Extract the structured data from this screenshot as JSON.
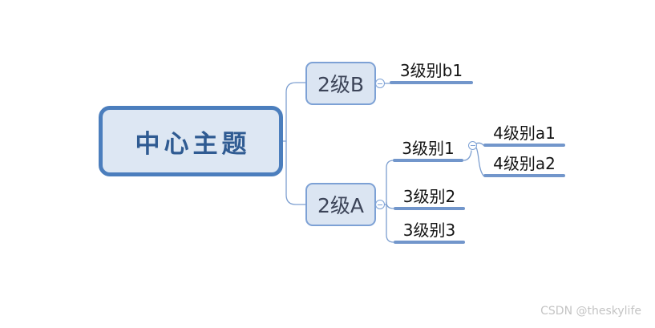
{
  "mindmap": {
    "root": {
      "label": "中心主题"
    },
    "level2": [
      {
        "label": "2级B"
      },
      {
        "label": "2级A"
      }
    ],
    "level3": [
      {
        "label": "3级别b1"
      },
      {
        "label": "3级别1"
      },
      {
        "label": "3级别2"
      },
      {
        "label": "3级别3"
      }
    ],
    "level4": [
      {
        "label": "4级别a1"
      },
      {
        "label": "4级别a2"
      }
    ],
    "icons": {
      "collapse": "minus-circle-icon"
    }
  },
  "colors": {
    "background": "#ffffff",
    "root_fill": "#dde7f3",
    "root_border": "#4b7ebd",
    "root_text": "#2f5b92",
    "branch_fill": "#dbe5f2",
    "branch_border": "#7da1d5",
    "branch_text": "#3c4458",
    "underline_bar": "#7296cb",
    "connector_line": "#7d9fd0",
    "label_text": "#141414",
    "watermark_text": "#c4c4c4"
  },
  "watermark": {
    "text": "CSDN @theskylife"
  }
}
